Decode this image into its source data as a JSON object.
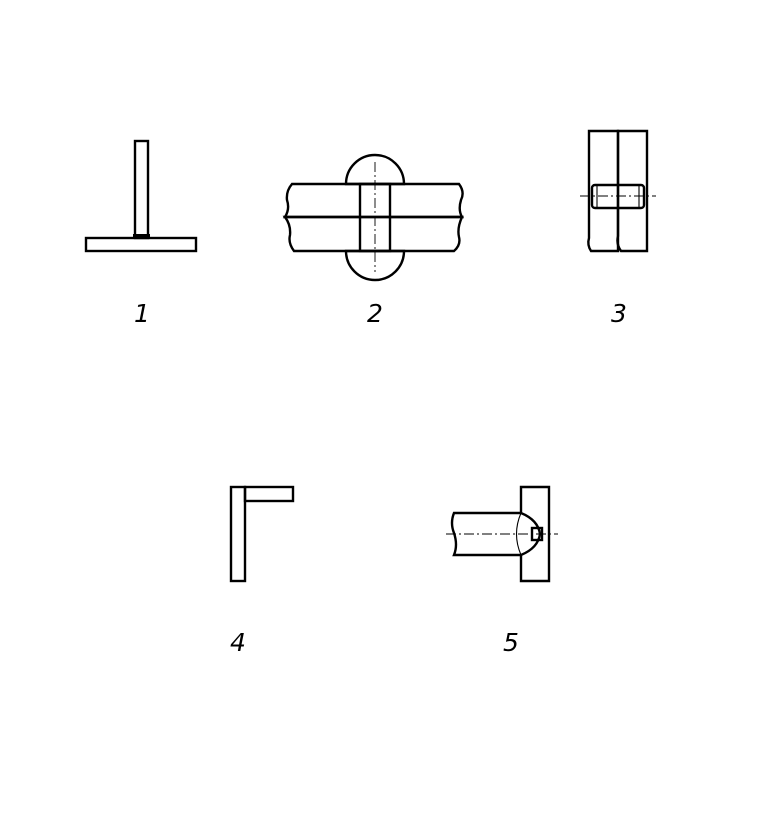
{
  "figures": [
    {
      "label": "1"
    },
    {
      "label": "2"
    },
    {
      "label": "3"
    },
    {
      "label": "4"
    },
    {
      "label": "5"
    }
  ],
  "colors": {
    "line": "#000000",
    "background": "#ffffff"
  }
}
